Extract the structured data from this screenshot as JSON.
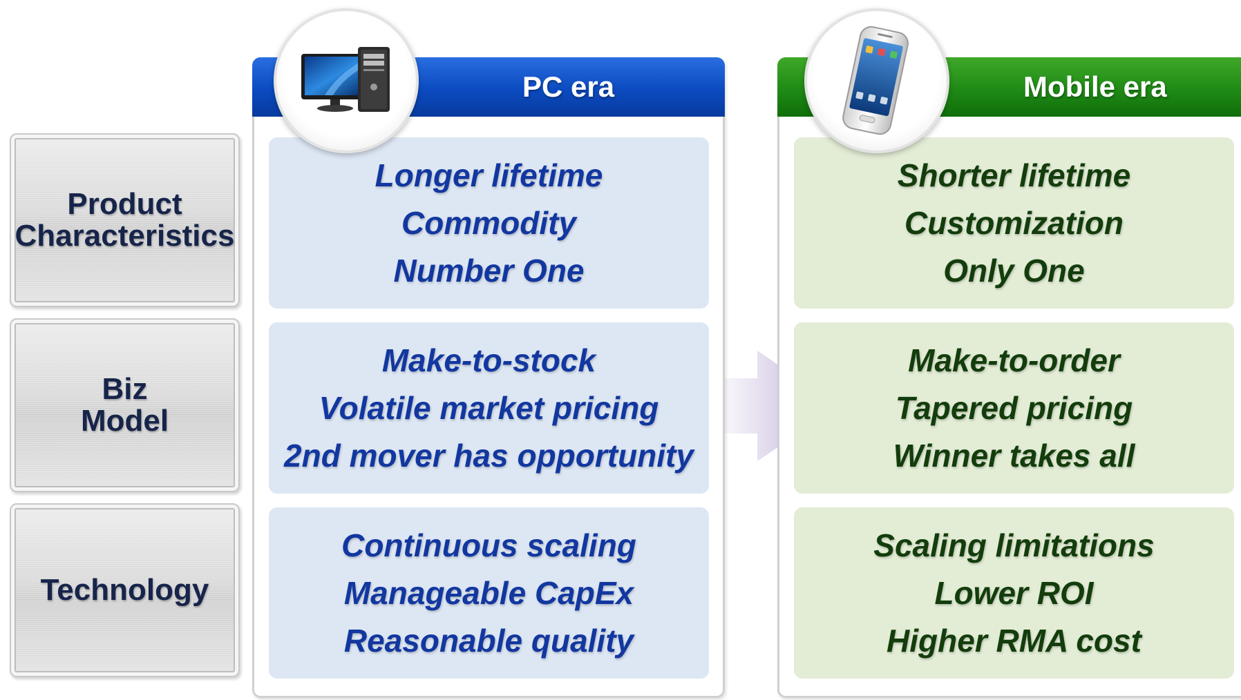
{
  "rows": [
    {
      "label": "Product\nCharacteristics"
    },
    {
      "label": "Biz\nModel"
    },
    {
      "label": "Technology"
    }
  ],
  "pc_era": {
    "title": "PC era",
    "icon": "desktop-computer-icon",
    "color": "#0b4ac0",
    "cells": [
      {
        "lines": [
          "Longer lifetime",
          "Commodity",
          "Number One"
        ]
      },
      {
        "lines": [
          "Make-to-stock",
          "Volatile market pricing",
          "2nd mover has opportunity"
        ]
      },
      {
        "lines": [
          "Continuous scaling",
          "Manageable CapEx",
          "Reasonable quality"
        ]
      }
    ]
  },
  "mobile_era": {
    "title": "Mobile era",
    "icon": "smartphone-icon",
    "color": "#1f8a15",
    "cells": [
      {
        "lines": [
          "Shorter lifetime",
          "Customization",
          "Only One"
        ]
      },
      {
        "lines": [
          "Make-to-order",
          "Tapered pricing",
          "Winner takes all"
        ]
      },
      {
        "lines": [
          "Scaling  limitations",
          "Lower ROI",
          "Higher RMA cost"
        ]
      }
    ]
  },
  "transition_arrow": {
    "icon": "right-arrow-icon",
    "color": "#b9a8d4"
  }
}
